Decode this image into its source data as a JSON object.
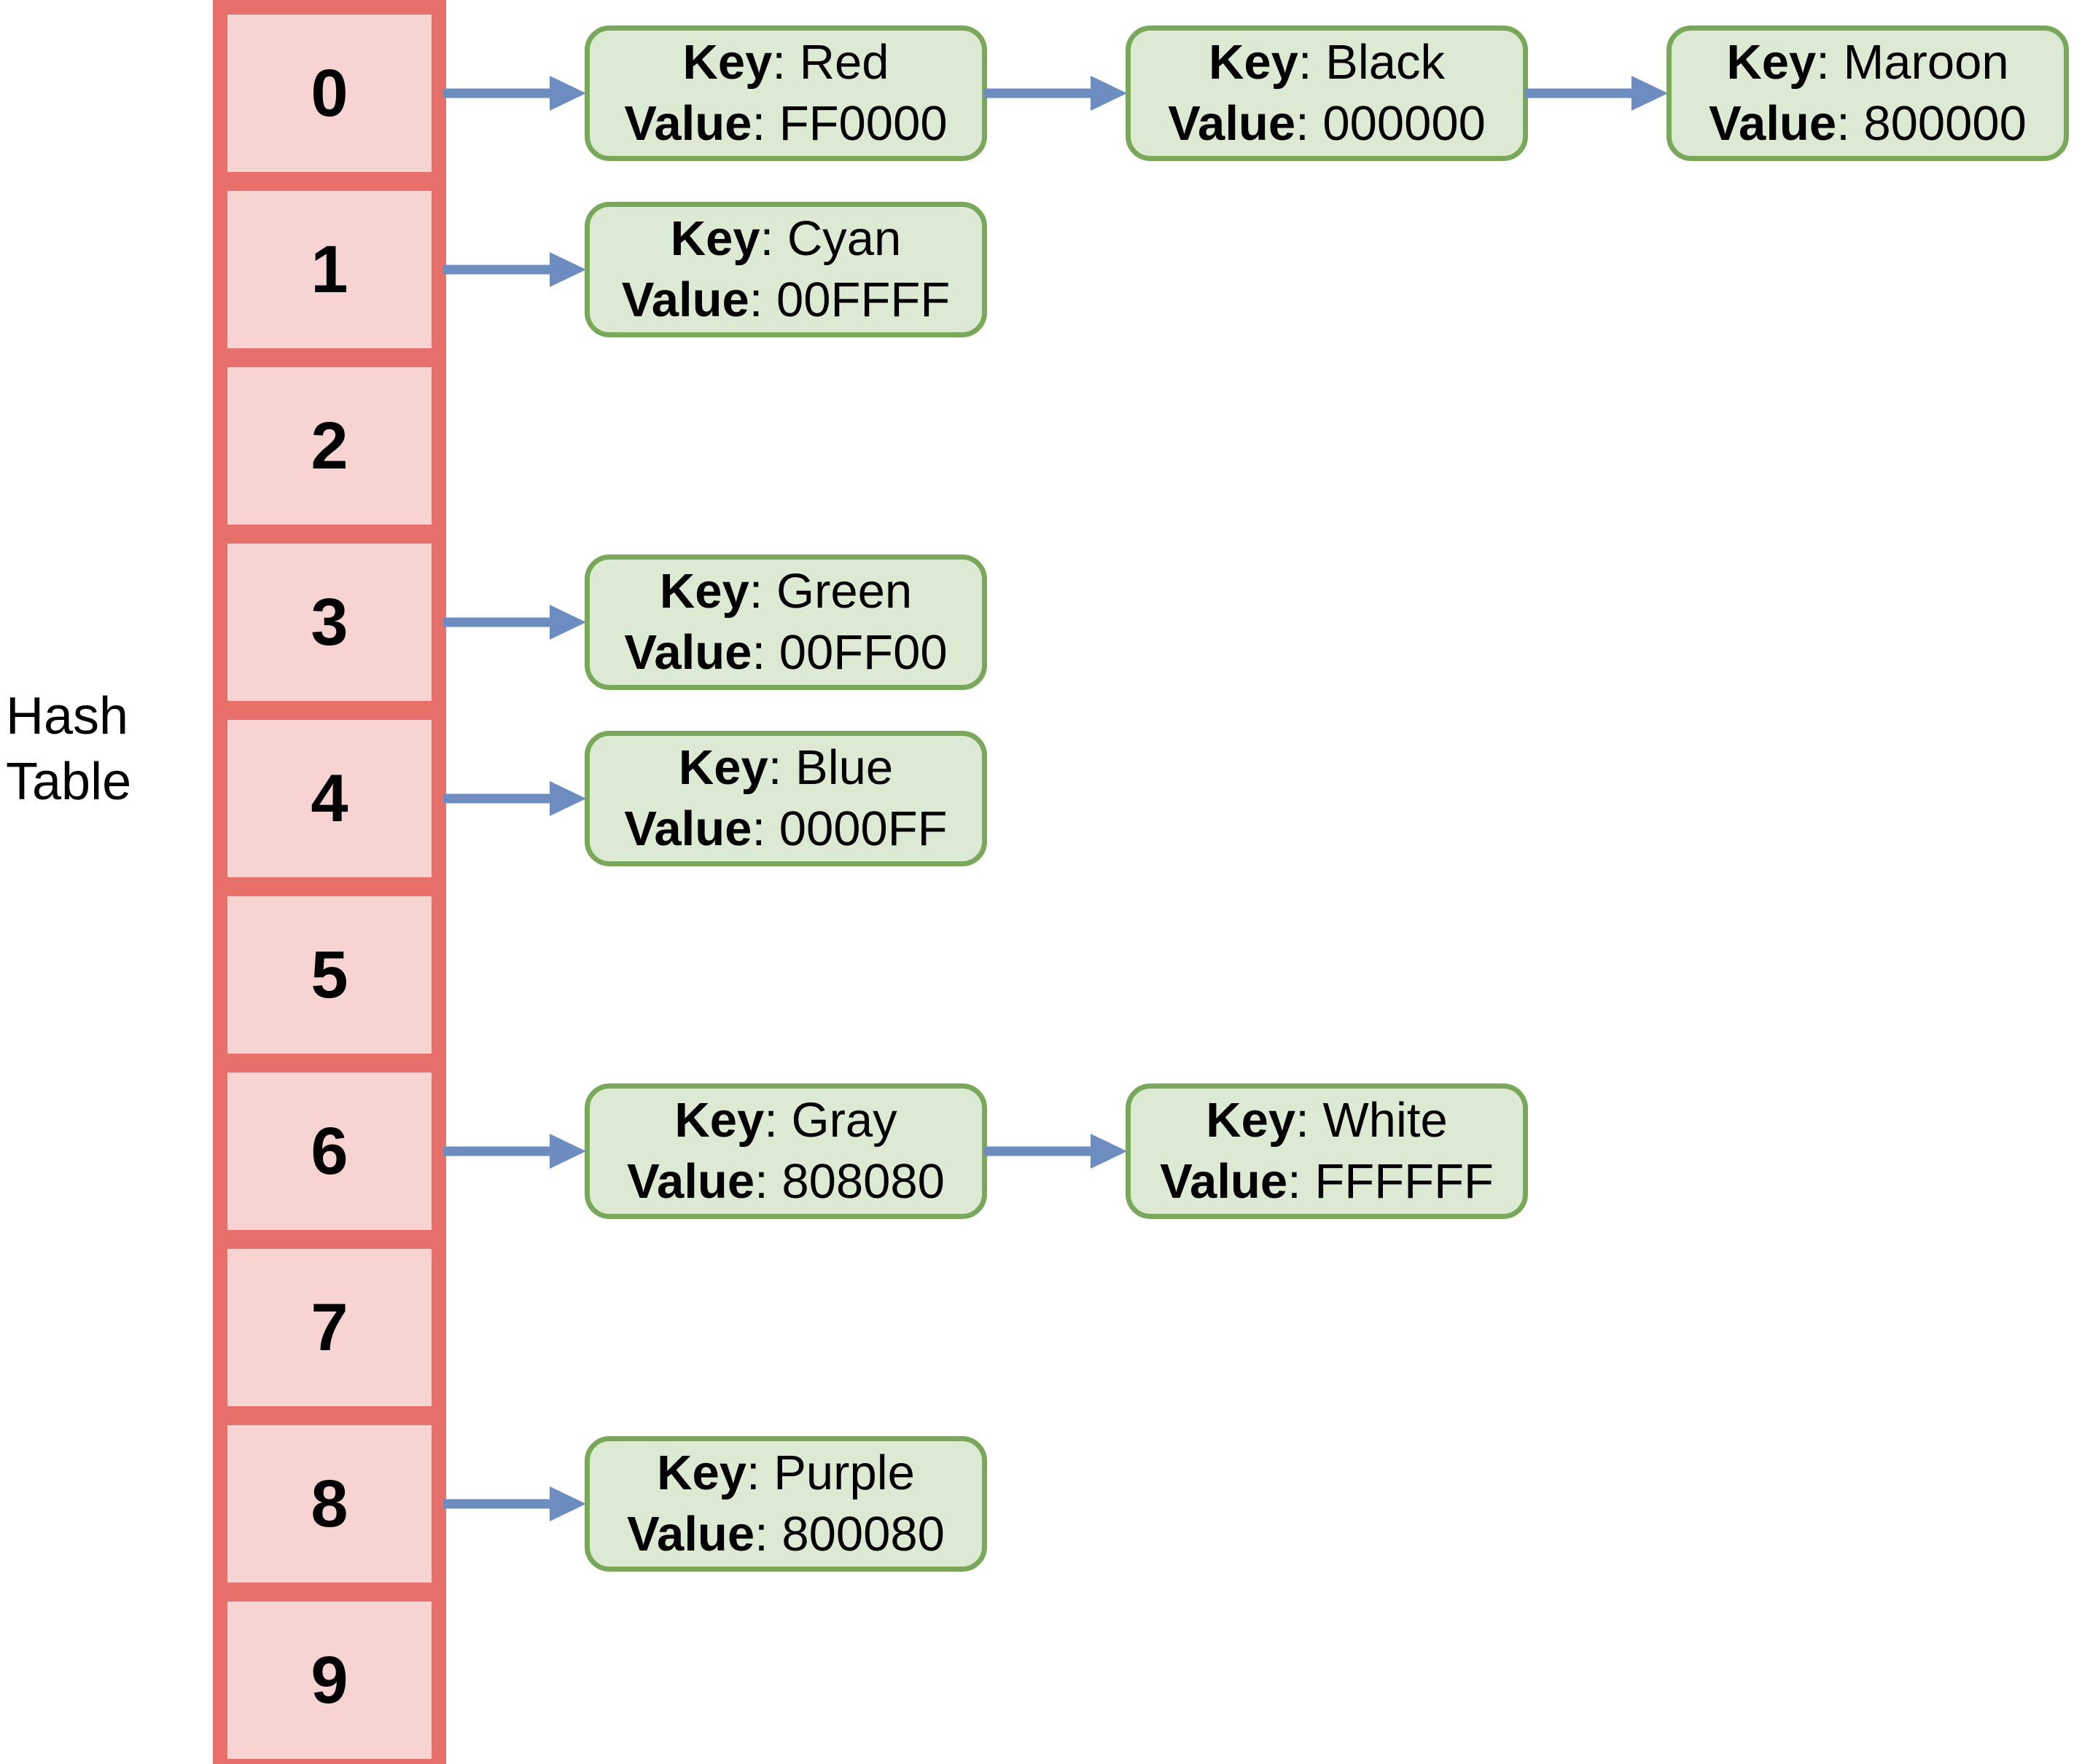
{
  "title": {
    "line1": "Hash",
    "line2": "Table"
  },
  "labels": {
    "key": "Key",
    "value": "Value",
    "sep": ": "
  },
  "colors": {
    "bucket_border": "#E7706B",
    "bucket_fill": "#F7D3D1",
    "node_border": "#7AA85A",
    "node_fill": "#DCEAD3",
    "arrow": "#6D8CBF",
    "text": "#000000"
  },
  "buckets": [
    {
      "index": "0",
      "chain": [
        {
          "key": "Red",
          "value": "FF0000"
        },
        {
          "key": "Black",
          "value": "000000"
        },
        {
          "key": "Maroon",
          "value": "800000"
        }
      ]
    },
    {
      "index": "1",
      "chain": [
        {
          "key": "Cyan",
          "value": "00FFFF"
        }
      ]
    },
    {
      "index": "2",
      "chain": []
    },
    {
      "index": "3",
      "chain": [
        {
          "key": "Green",
          "value": "00FF00"
        }
      ]
    },
    {
      "index": "4",
      "chain": [
        {
          "key": "Blue",
          "value": "0000FF"
        }
      ]
    },
    {
      "index": "5",
      "chain": []
    },
    {
      "index": "6",
      "chain": [
        {
          "key": "Gray",
          "value": "808080"
        },
        {
          "key": "White",
          "value": "FFFFFF"
        }
      ]
    },
    {
      "index": "7",
      "chain": []
    },
    {
      "index": "8",
      "chain": [
        {
          "key": "Purple",
          "value": "800080"
        }
      ]
    },
    {
      "index": "9",
      "chain": []
    }
  ]
}
